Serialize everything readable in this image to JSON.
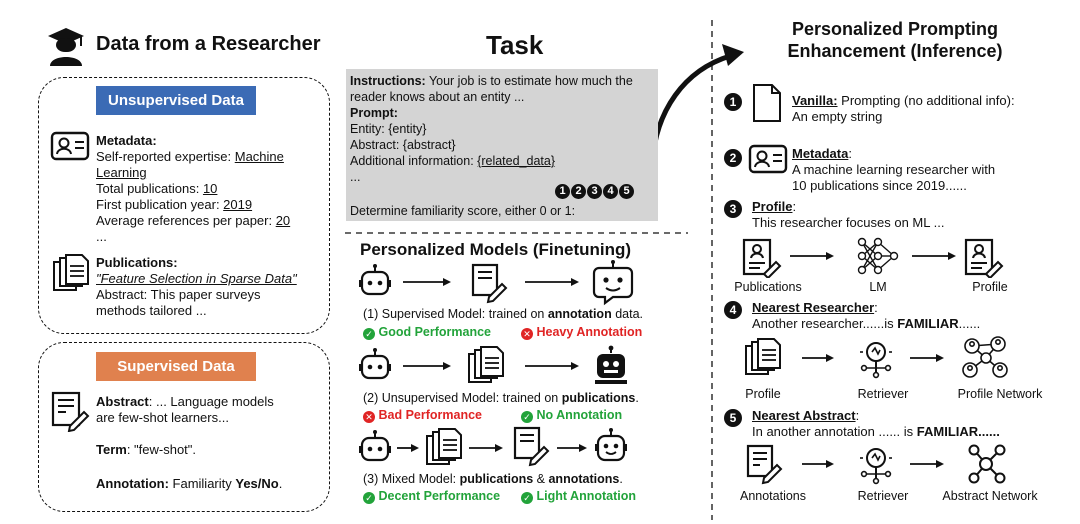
{
  "left": {
    "title": "Data from a Researcher",
    "unsup_badge": "Unsupervised Data",
    "meta_label": "Metadata:",
    "meta_lines": {
      "exp_prefix": "Self-reported expertise: ",
      "exp_val1": "Machine",
      "exp_val2": "Learning",
      "pubs_prefix": "Total publications: ",
      "pubs_val": "10",
      "year_prefix": "First publication year: ",
      "year_val": "2019",
      "refs_prefix": "Average references per paper: ",
      "refs_val": "20",
      "more": "..."
    },
    "pub_label": "Publications:",
    "pub_title": "\"Feature Selection in Sparse Data\"",
    "pub_abs1": "Abstract: This paper surveys",
    "pub_abs2": "methods tailored ...",
    "sup_badge": "Supervised Data",
    "sup_abstract_label": "Abstract",
    "sup_abstract_1": ": ... Language models",
    "sup_abstract_2": "are few-shot learners...",
    "term_label": "Term",
    "term_text": ": \"few-shot\".",
    "ann_label": "Annotation:",
    "ann_text": " Familiarity ",
    "ann_val": "Yes/No",
    "ann_end": "."
  },
  "task": {
    "title": "Task",
    "instr_label": "Instructions:",
    "instr_text1": " Your job is to estimate how much the",
    "instr_text2": "reader knows about an entity ...",
    "prompt_label": "Prompt:",
    "entity": "Entity: {entity}",
    "abstract": "Abstract: {abstract}",
    "addl_prefix": "Additional information: ",
    "addl_val": "{related_data}",
    "dots": "...",
    "determine": "Determine familiarity score, either 0 or 1:",
    "nums": [
      "1",
      "2",
      "3",
      "4",
      "5"
    ]
  },
  "models": {
    "title": "Personalized Models (Finetuning)",
    "m1_prefix": "(1) Supervised Model: trained on ",
    "m1_bold": "annotation",
    "m1_end": " data.",
    "m1_good": "Good Performance",
    "m1_bad": "Heavy Annotation",
    "m2_prefix": "(2) Unsupervised Model: trained on ",
    "m2_bold": "publications",
    "m2_end": ".",
    "m2_bad": "Bad Performance",
    "m2_good": "No Annotation",
    "m3_prefix": "(3) Mixed Model: ",
    "m3_bold1": "publications",
    "m3_mid": " & ",
    "m3_bold2": "annotations",
    "m3_end": ".",
    "m3_good1": "Decent Performance",
    "m3_good2": "Light Annotation"
  },
  "right": {
    "title1": "Personalized Prompting",
    "title2": "Enhancement (Inference)",
    "s1_num": "1",
    "s1_head": "Vanilla:",
    "s1_text": " Prompting (no additional info):",
    "s1_text2": "An empty string",
    "s2_num": "2",
    "s2_head": "Metadata",
    "s2_colon": ":",
    "s2_text1": "A machine learning researcher with",
    "s2_text2": "10 publications since 2019......",
    "s3_num": "3",
    "s3_head": "Profile",
    "s3_colon": ":",
    "s3_text": "This researcher focuses on ML ...",
    "s3_labels": [
      "Publications",
      "LM",
      "Profile"
    ],
    "s4_num": "4",
    "s4_head": "Nearest Researcher",
    "s4_colon": ":",
    "s4_text": "Another researcher......is ",
    "s4_bold": "FAMILIAR",
    "s4_end": "......",
    "s4_labels": [
      "Profile",
      "Retriever",
      "Profile Network"
    ],
    "s5_num": "5",
    "s5_head": "Nearest Abstract",
    "s5_colon": ":",
    "s5_text": "In another annotation ...... is ",
    "s5_bold": "FAMILIAR......",
    "s5_labels": [
      "Annotations",
      "Retriever",
      "Abstract Network"
    ]
  },
  "colors": {
    "unsup_badge": "#3b6bb5",
    "sup_badge": "#e0814e",
    "task_box": "#d4d4d4",
    "good": "#22a33a",
    "bad": "#e02424"
  }
}
